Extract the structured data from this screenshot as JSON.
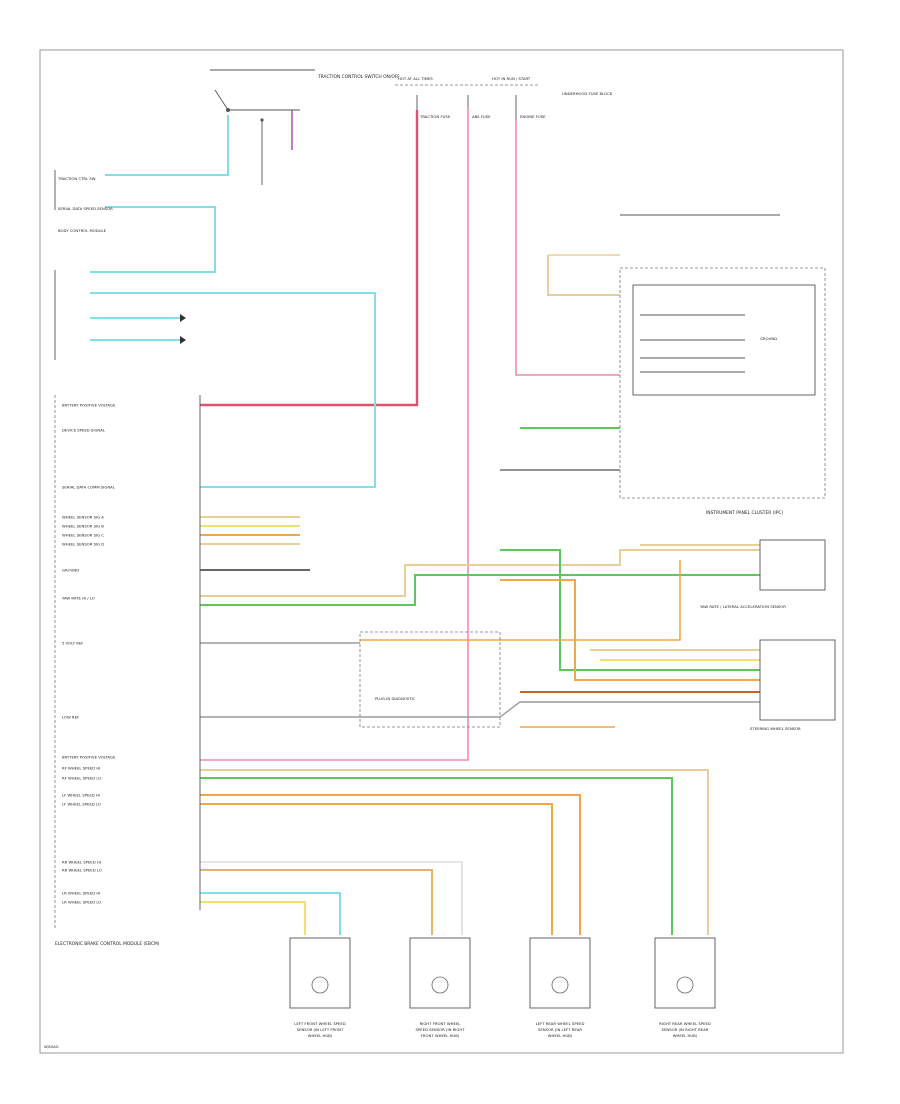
{
  "diagram": {
    "modules": {
      "traction_switch": "TRACTION CONTROL SWITCH ON/OFF",
      "hot_run": [
        "HOT AT ALL TIMES",
        "HOT IN RUN / START"
      ],
      "fuse_block": "UNDERHOOD FUSE BLOCK",
      "fuses": [
        "TRACTION FUSE",
        "ABS FUSE",
        "ENGINE FUSE"
      ],
      "left_io": [
        "TRACTION CTRL SW",
        "SERIAL DATA SPEED SENSOR",
        "BODY CONTROL MODULE"
      ],
      "ebcm": "ELECTRONIC BRAKE CONTROL MODULE (EBCM)",
      "ipc": "INSTRUMENT PANEL CLUSTER (IPC)",
      "yaw": "YAW RATE / LATERAL ACCELERATION SENSOR",
      "steering": "STEERING WHEEL SENSOR",
      "ground_label": "GROUND",
      "plug_label": "PLUG-IN DIAGNOSTIC"
    },
    "ebcm_pins": [
      "BATTERY POSITIVE VOLTAGE",
      "DEVICE SPEED SIGNAL",
      "SERIAL DATA COMM SIGNAL",
      "WHEEL SENSOR SIG A",
      "WHEEL SENSOR SIG B",
      "WHEEL SENSOR SIG C",
      "WHEEL SENSOR SIG D",
      "GROUND",
      "YAW RATE HI / LO",
      "5 VOLT REF",
      "LOW REF",
      "BATTERY POSITIVE VOLTAGE",
      "RF WHEEL SPEED HI",
      "RF WHEEL SPEED LO",
      "LF WHEEL SPEED HI",
      "LF WHEEL SPEED LO",
      "RR WHEEL SPEED HI",
      "RR WHEEL SPEED LO",
      "LR WHEEL SPEED HI",
      "LR WHEEL SPEED LO"
    ],
    "wheel_sensors": [
      "LEFT FRONT WHEEL SPEED SENSOR (IN LEFT FRONT WHEEL HUB)",
      "RIGHT FRONT WHEEL SPEED SENSOR (IN RIGHT FRONT WHEEL HUB)",
      "LEFT REAR WHEEL SPEED SENSOR (IN LEFT REAR WHEEL HUB)",
      "RIGHT REAR WHEEL SPEED SENSOR (IN RIGHT REAR WHEEL HUB)"
    ],
    "footer_code": "W/DIAG",
    "colors": {
      "red": "#e05070",
      "pink": "#f29ab0",
      "cyan": "#7fe0ea",
      "green": "#5cc85c",
      "orange": "#f2a64c",
      "yellow": "#f0e070",
      "tan": "#e8cf9a",
      "gray": "#9a9a9a",
      "black": "#333333"
    }
  }
}
